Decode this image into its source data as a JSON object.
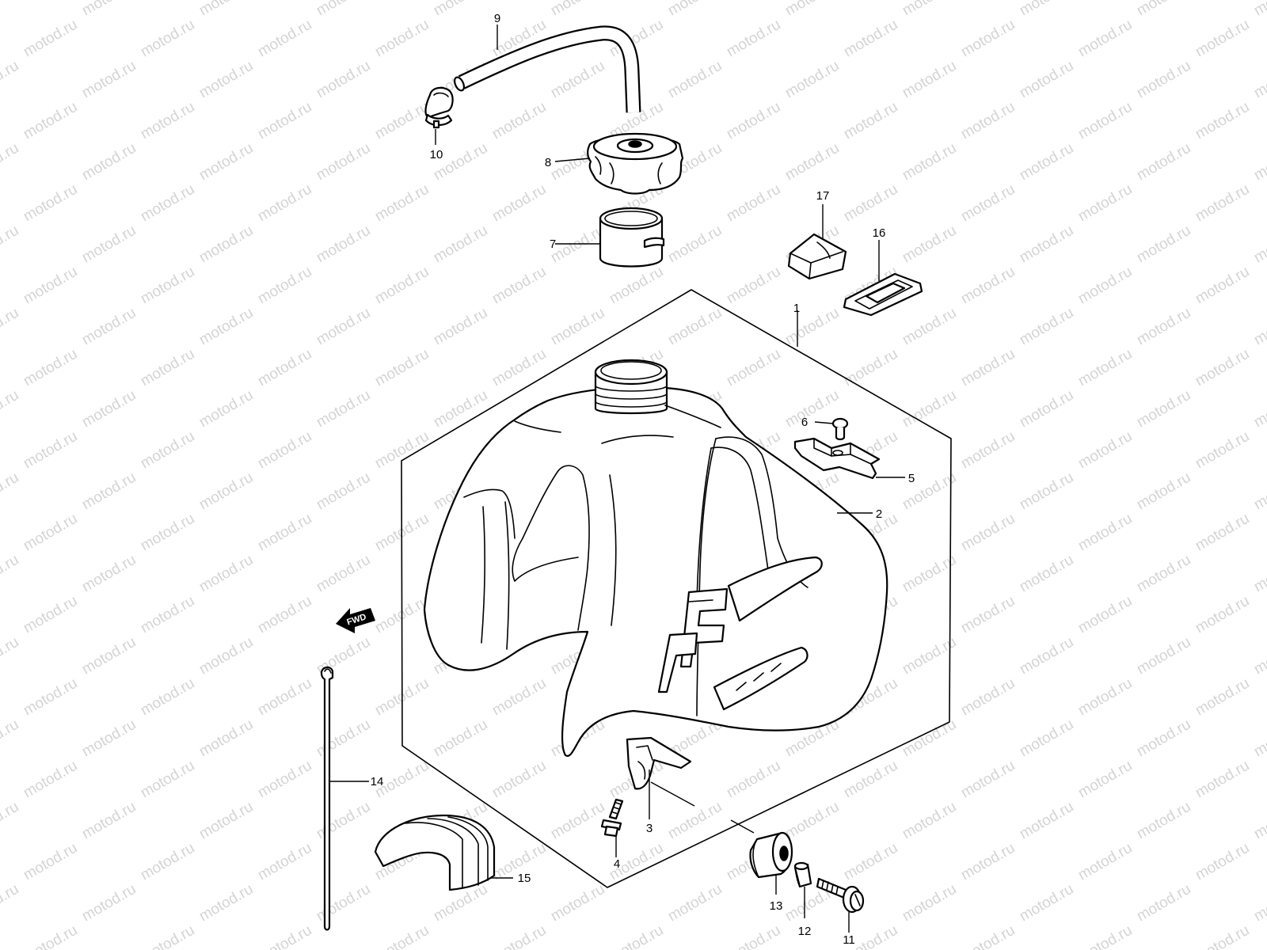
{
  "watermark": {
    "text": "motod.ru",
    "color": "#d4d4d4"
  },
  "direction_marker": {
    "text": "FWD",
    "icon": "fwd-arrow-icon"
  },
  "callouts": [
    {
      "number": "1",
      "part": "fuel-tank-outline"
    },
    {
      "number": "2",
      "part": "fuel-tank"
    },
    {
      "number": "3",
      "part": "lower-bracket"
    },
    {
      "number": "4",
      "part": "bracket-bolt"
    },
    {
      "number": "5",
      "part": "tank-bracket"
    },
    {
      "number": "6",
      "part": "bracket-screw"
    },
    {
      "number": "7",
      "part": "filler-neck-ring"
    },
    {
      "number": "8",
      "part": "fuel-cap"
    },
    {
      "number": "9",
      "part": "breather-hose"
    },
    {
      "number": "10",
      "part": "hose-valve"
    },
    {
      "number": "11",
      "part": "mounting-bolt"
    },
    {
      "number": "12",
      "part": "collar"
    },
    {
      "number": "13",
      "part": "rubber-cushion"
    },
    {
      "number": "14",
      "part": "strap"
    },
    {
      "number": "15",
      "part": "tank-cushion"
    },
    {
      "number": "16",
      "part": "clip"
    },
    {
      "number": "17",
      "part": "rubber-pad"
    }
  ]
}
